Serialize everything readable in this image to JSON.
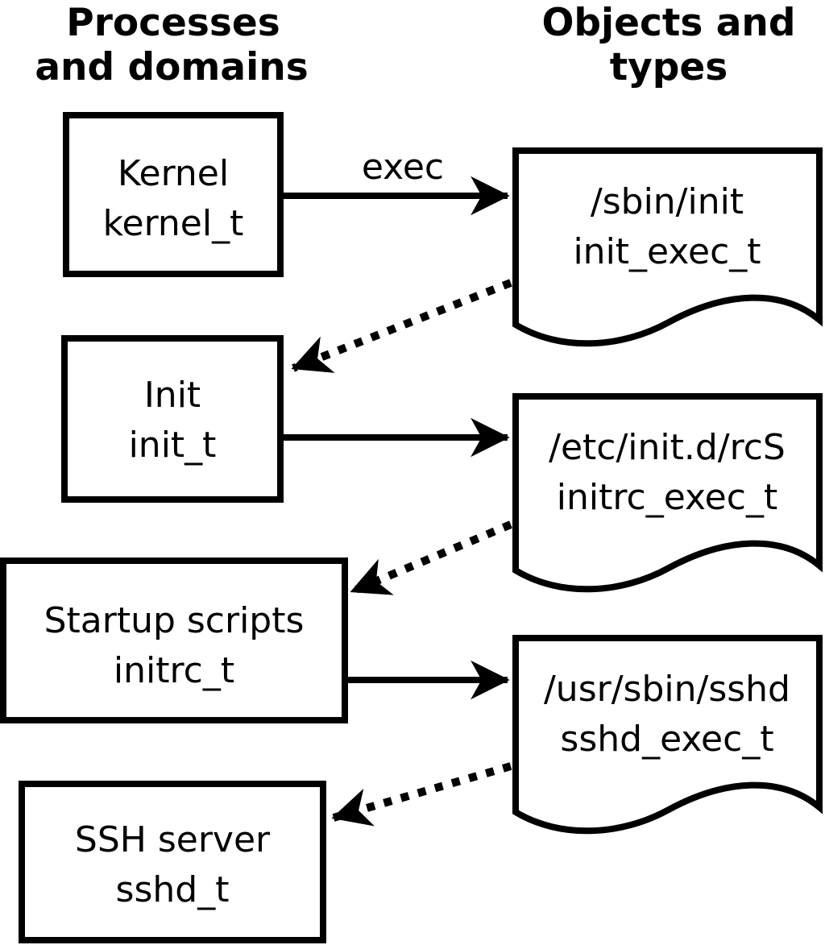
{
  "diagram": {
    "headings": {
      "left": [
        "Processes",
        "and domains"
      ],
      "right": [
        "Objects and",
        "types"
      ]
    },
    "processes": [
      {
        "name": "Kernel",
        "type": "kernel_t"
      },
      {
        "name": "Init",
        "type": "init_t"
      },
      {
        "name": "Startup scripts",
        "type": "initrc_t"
      },
      {
        "name": "SSH server",
        "type": "sshd_t"
      }
    ],
    "objects": [
      {
        "path": "/sbin/init",
        "type": "init_exec_t"
      },
      {
        "path": "/etc/init.d/rcS",
        "type": "initrc_exec_t"
      },
      {
        "path": "/usr/sbin/sshd",
        "type": "sshd_exec_t"
      }
    ],
    "edge_label": "exec",
    "colors": {
      "foreground": "#000000",
      "background": "#ffffff"
    }
  }
}
